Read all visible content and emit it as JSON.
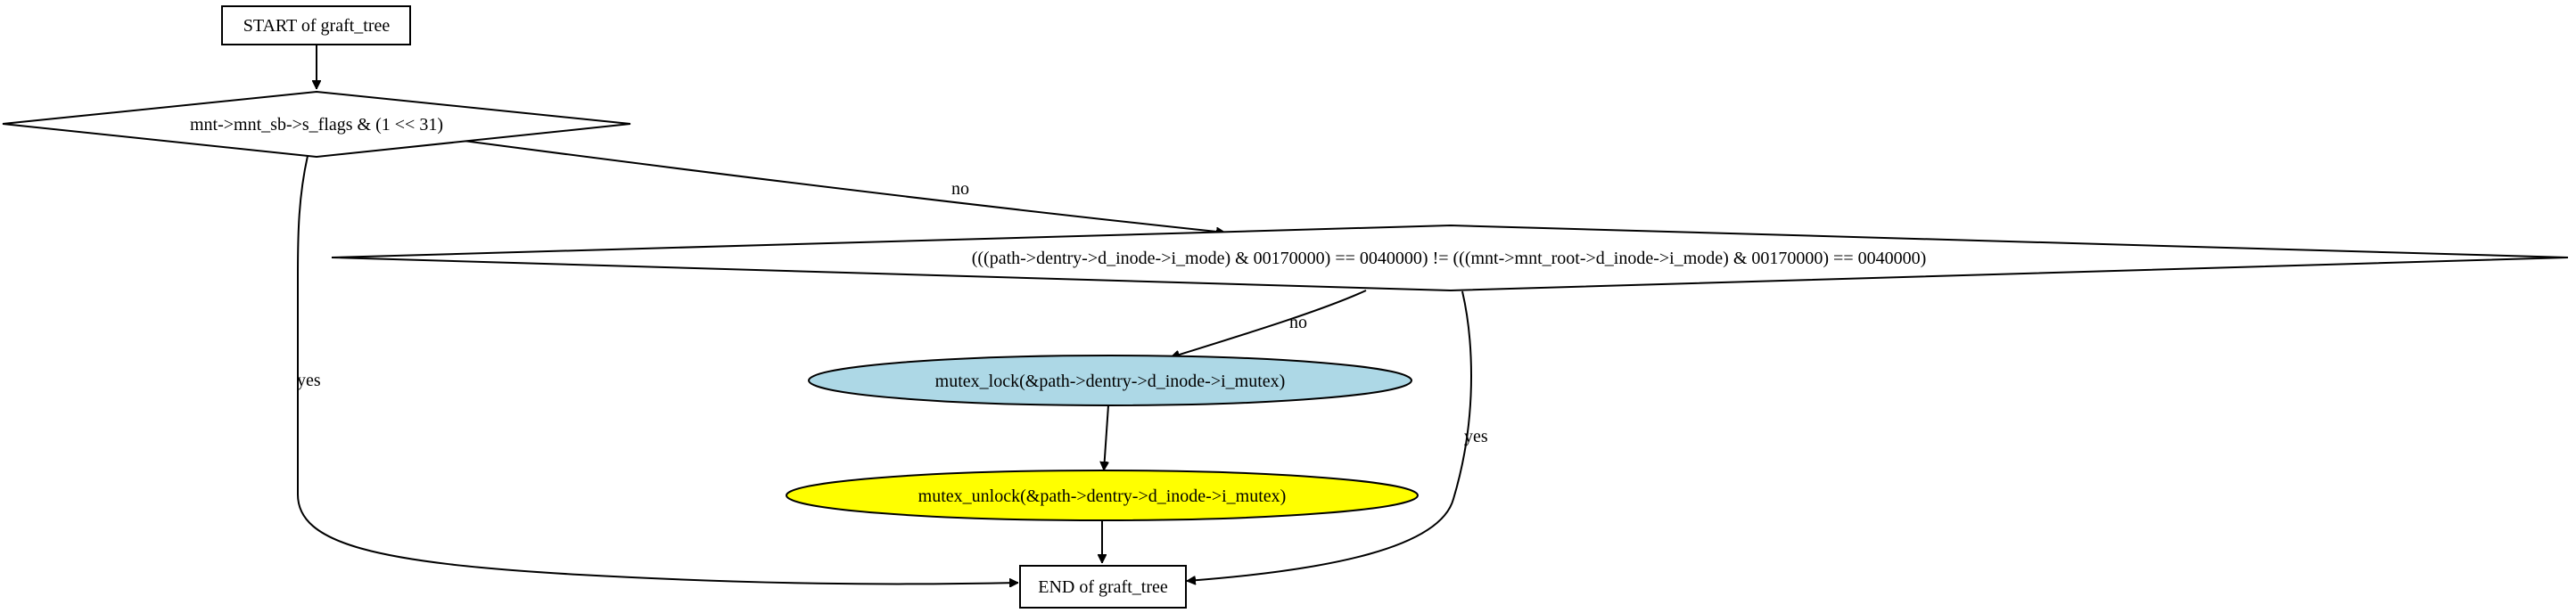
{
  "diagram": {
    "title": "",
    "colors": {
      "background": "#ffffff",
      "stroke": "#000000",
      "lock_fill": "#add8e6",
      "unlock_fill": "#ffff00",
      "default_fill": "#ffffff"
    },
    "nodes": {
      "start": {
        "label": "START of graft_tree",
        "shape": "box"
      },
      "check_flags": {
        "label": "mnt->mnt_sb->s_flags & (1 << 31)",
        "shape": "diamond"
      },
      "check_mode": {
        "label": "(((path->dentry->d_inode->i_mode) & 00170000) == 0040000) != (((mnt->mnt_root->d_inode->i_mode) & 00170000) == 0040000)",
        "shape": "diamond"
      },
      "mutex_lock": {
        "label": "mutex_lock(&path->dentry->d_inode->i_mutex)",
        "shape": "ellipse"
      },
      "mutex_unlock": {
        "label": "mutex_unlock(&path->dentry->d_inode->i_mutex)",
        "shape": "ellipse"
      },
      "end": {
        "label": "END of graft_tree",
        "shape": "box"
      }
    },
    "edges": [
      {
        "from": "start",
        "to": "check_flags",
        "label": ""
      },
      {
        "from": "check_flags",
        "to": "check_mode",
        "label": "no"
      },
      {
        "from": "check_flags",
        "to": "end",
        "label": "yes"
      },
      {
        "from": "check_mode",
        "to": "mutex_lock",
        "label": "no"
      },
      {
        "from": "check_mode",
        "to": "end",
        "label": "yes"
      },
      {
        "from": "mutex_lock",
        "to": "mutex_unlock",
        "label": ""
      },
      {
        "from": "mutex_unlock",
        "to": "end",
        "label": ""
      }
    ]
  }
}
